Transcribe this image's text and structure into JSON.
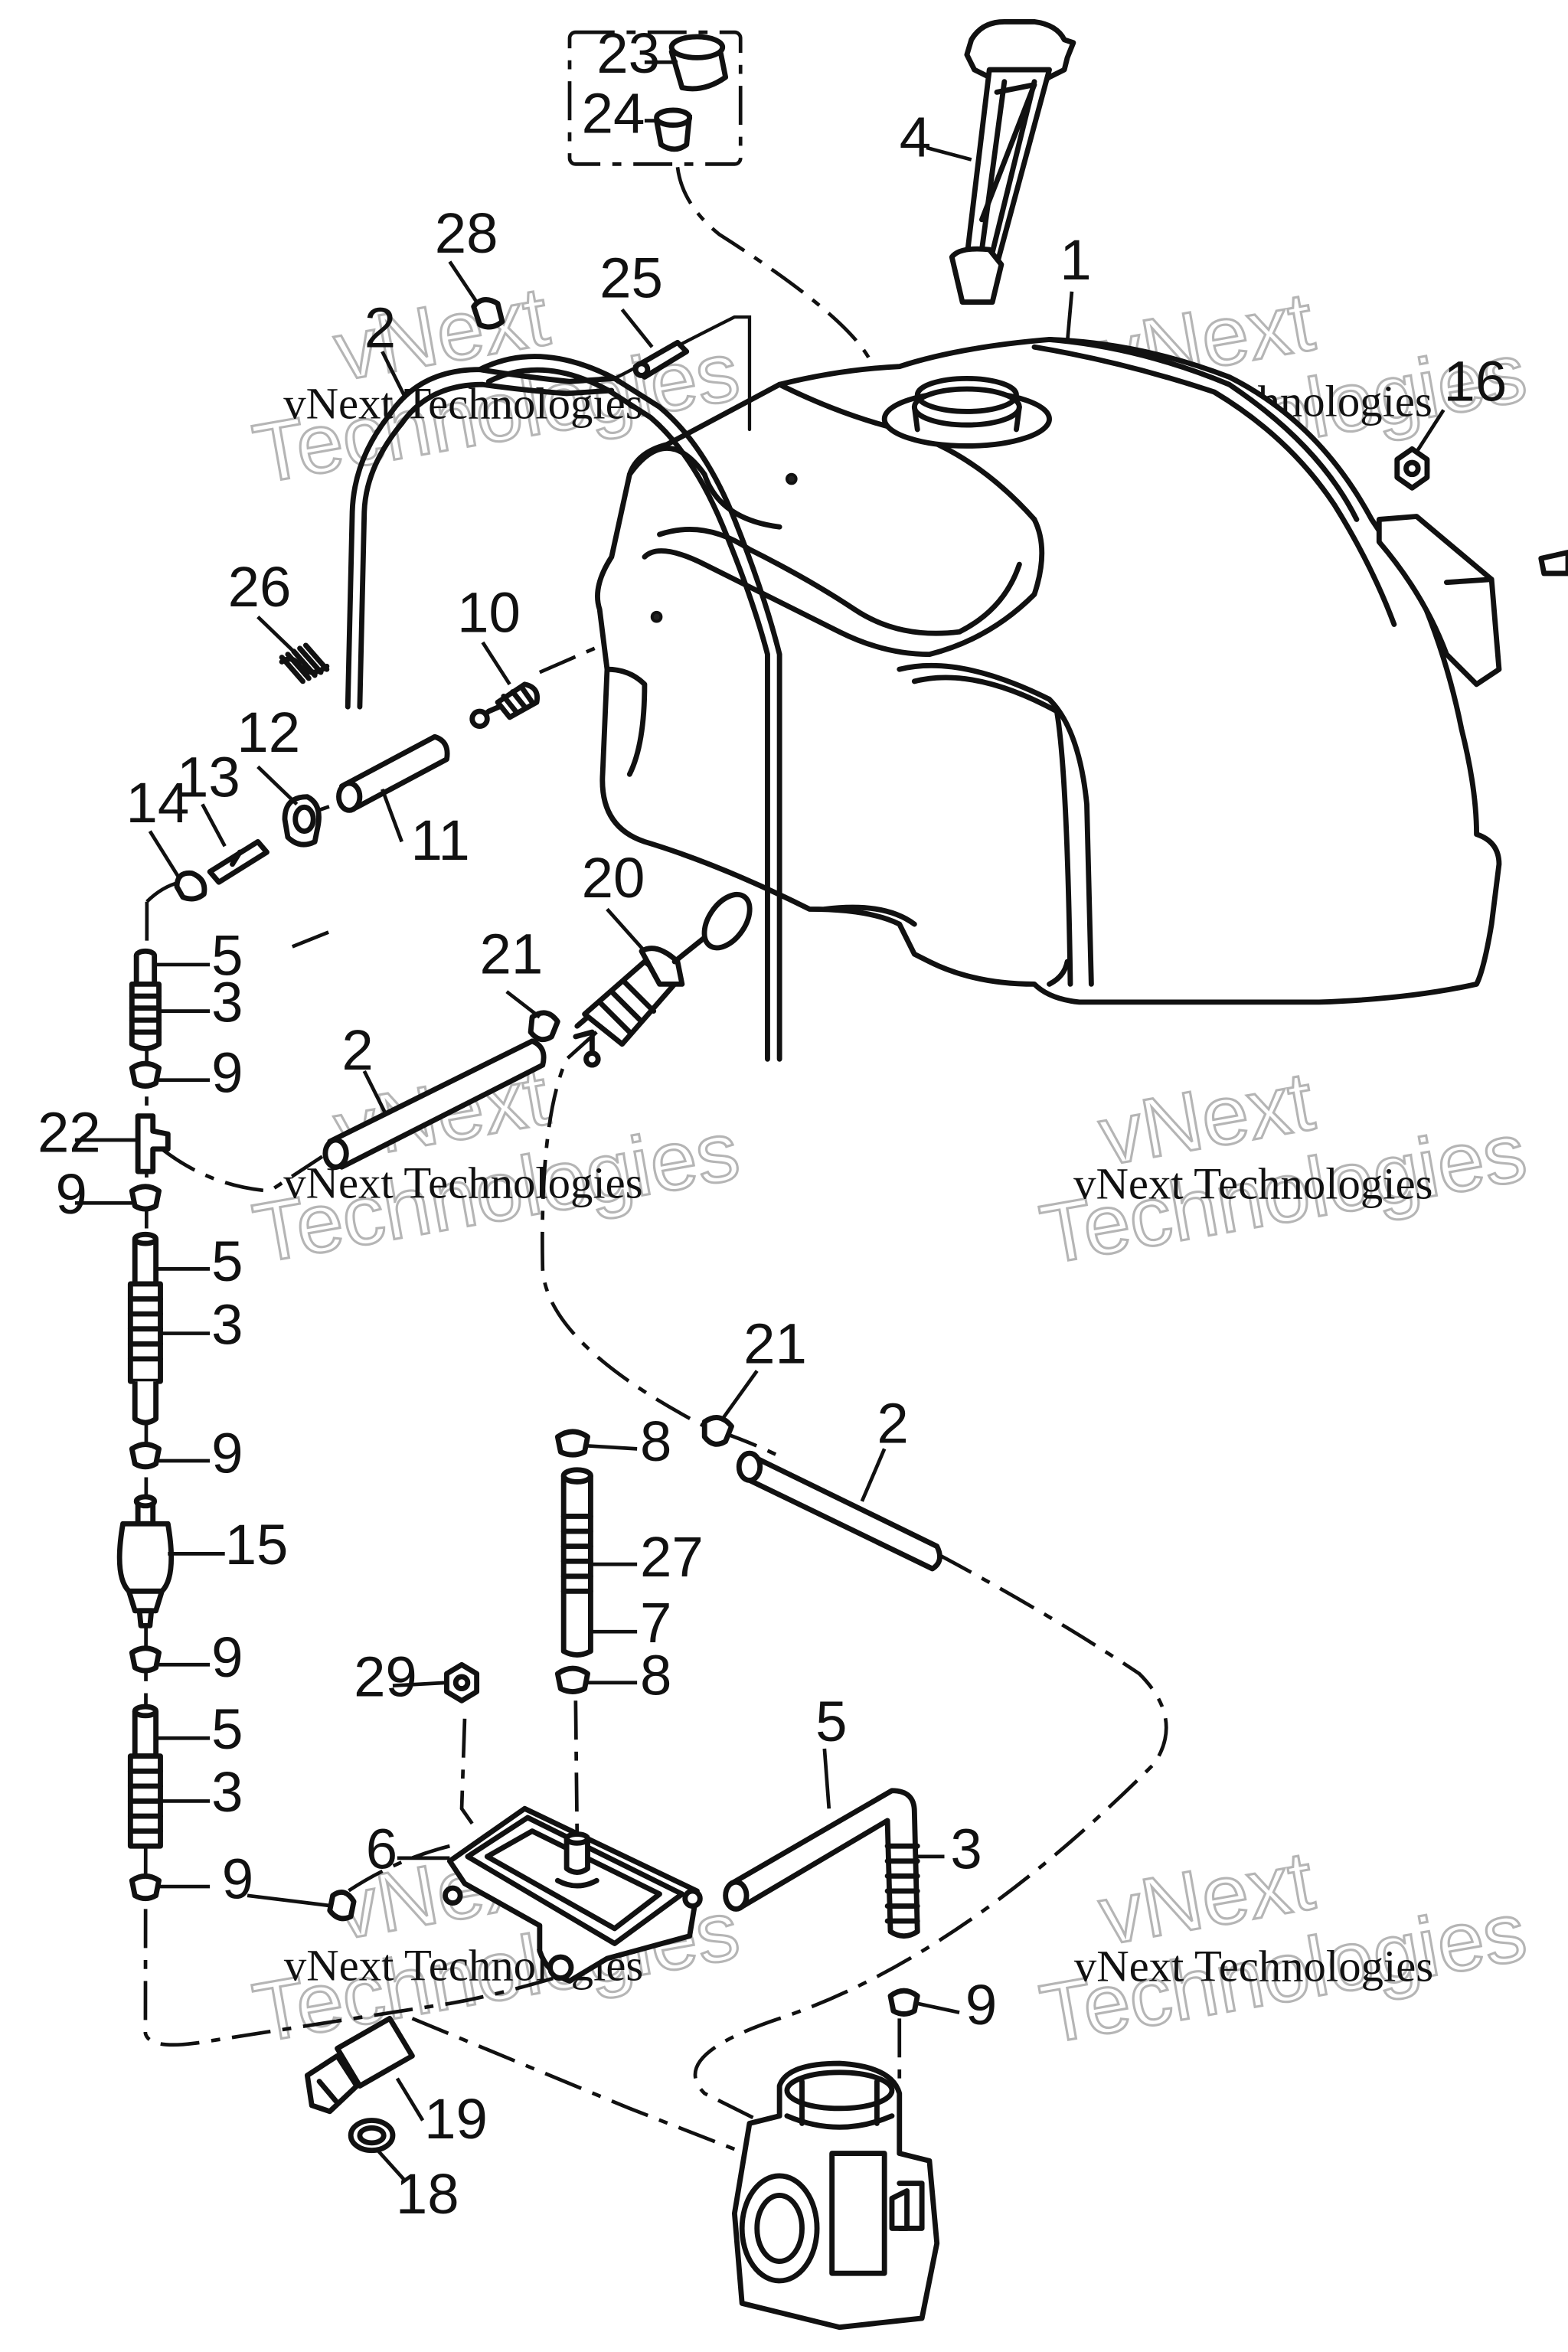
{
  "callouts": [
    {
      "num": "1"
    },
    {
      "num": "2"
    },
    {
      "num": "3"
    },
    {
      "num": "4"
    },
    {
      "num": "5"
    },
    {
      "num": "6"
    },
    {
      "num": "7"
    },
    {
      "num": "8"
    },
    {
      "num": "9"
    },
    {
      "num": "10"
    },
    {
      "num": "11"
    },
    {
      "num": "12"
    },
    {
      "num": "13"
    },
    {
      "num": "14"
    },
    {
      "num": "15"
    },
    {
      "num": "16"
    },
    {
      "num": "18"
    },
    {
      "num": "19"
    },
    {
      "num": "20"
    },
    {
      "num": "21"
    },
    {
      "num": "22"
    },
    {
      "num": "23"
    },
    {
      "num": "24"
    },
    {
      "num": "25"
    },
    {
      "num": "26"
    },
    {
      "num": "27"
    },
    {
      "num": "28"
    },
    {
      "num": "29"
    }
  ],
  "watermark": {
    "line1": "vNext Technologies",
    "line2a": "vNext",
    "line2b": "Technologies"
  }
}
